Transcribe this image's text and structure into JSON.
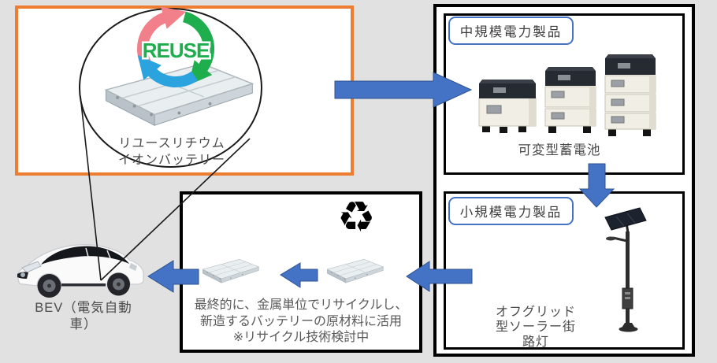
{
  "colors": {
    "background": "#e1e1e1",
    "reuse_border_orange": "#ED7D31",
    "box_border_black": "#000000",
    "arrow_blue": "#4472C4",
    "arrow_blue_edge": "#2F528F",
    "tag_border_blue": "#4472C4",
    "caption_gray": "#4a4a4a",
    "reuse_logo_green": "#1FAE4E",
    "reuse_logo_red": "#F2808A",
    "reuse_logo_blue": "#2BA3DE"
  },
  "reuse_section": {
    "logo_text": "REUSE",
    "caption_lines": [
      "リユースリチウム",
      "イオンバッテリー"
    ]
  },
  "bev": {
    "label_lines": [
      "BEV（電気自動",
      "車）"
    ]
  },
  "medium_power": {
    "tag": "中規模電力製品",
    "caption": "可変型蓄電池"
  },
  "small_power": {
    "tag": "小規模電力製品",
    "caption_lines": [
      "オフグリッド",
      "型ソーラー街",
      "路灯"
    ]
  },
  "recycle_section": {
    "icon_glyph": "♻",
    "text_lines": [
      "最終的に、金属単位でリサイクルし、",
      "新造するバッテリーの原材料に活用",
      "※リサイクル技術検討中"
    ]
  }
}
